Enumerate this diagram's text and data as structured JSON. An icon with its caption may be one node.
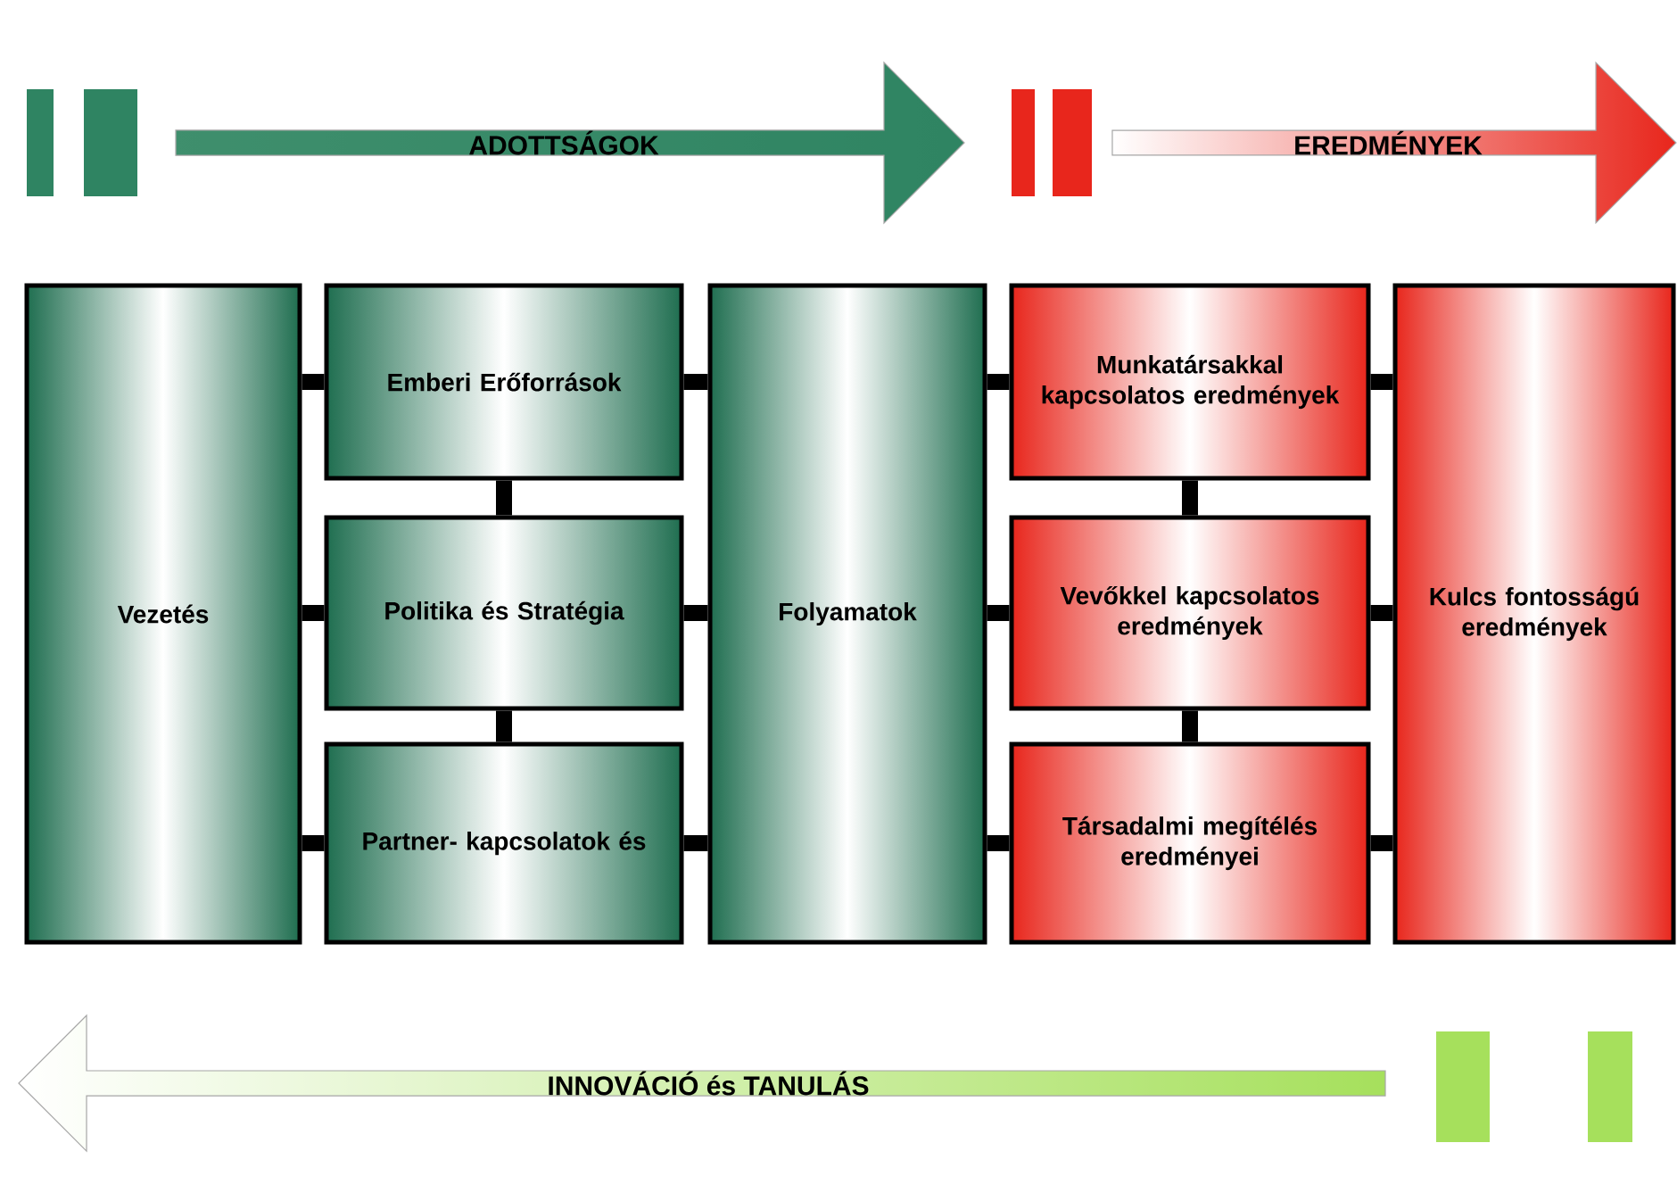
{
  "diagram": {
    "nodes": [
      {
        "text": [
          "Vezetés"
        ]
      },
      {
        "text": [
          "Emberi Erőforrások"
        ]
      },
      {
        "text": [
          "Politika és Stratégia"
        ]
      },
      {
        "text": [
          "Partner- kapcsolatok és"
        ]
      },
      {
        "text": [
          "Folyamatok"
        ]
      },
      {
        "text": [
          "Munkatársakkal kapcsolatos eredmények"
        ]
      },
      {
        "text": [
          "Vevőkkel kapcsolatos eredmények"
        ]
      },
      {
        "text": [
          "Társadalmi megítélés eredményei"
        ]
      },
      {
        "text": [
          "Kulcs fontosságú eredmények"
        ]
      },
      {
        "text": [
          "ADOTTSÁGOK"
        ]
      },
      {
        "text": [
          "EREDMÉNYEK"
        ]
      },
      {
        "text": [
          "INNOVÁCIÓ és TANULÁS"
        ]
      }
    ],
    "edges": [
      {
        "from": 0,
        "to": 1,
        "arrow": "none"
      },
      {
        "from": 0,
        "to": 2,
        "arrow": "none"
      },
      {
        "from": 0,
        "to": 3,
        "arrow": "none"
      },
      {
        "from": 1,
        "to": 2,
        "arrow": "none"
      },
      {
        "from": 2,
        "to": 3,
        "arrow": "none"
      },
      {
        "from": 1,
        "to": 4,
        "arrow": "none"
      },
      {
        "from": 2,
        "to": 4,
        "arrow": "none"
      },
      {
        "from": 3,
        "to": 4,
        "arrow": "none"
      },
      {
        "from": 4,
        "to": 5,
        "arrow": "none"
      },
      {
        "from": 4,
        "to": 6,
        "arrow": "none"
      },
      {
        "from": 4,
        "to": 7,
        "arrow": "none"
      },
      {
        "from": 5,
        "to": 6,
        "arrow": "none"
      },
      {
        "from": 6,
        "to": 7,
        "arrow": "none"
      },
      {
        "from": 5,
        "to": 8,
        "arrow": "none"
      },
      {
        "from": 6,
        "to": 8,
        "arrow": "none"
      },
      {
        "from": 7,
        "to": 8,
        "arrow": "none"
      }
    ]
  }
}
